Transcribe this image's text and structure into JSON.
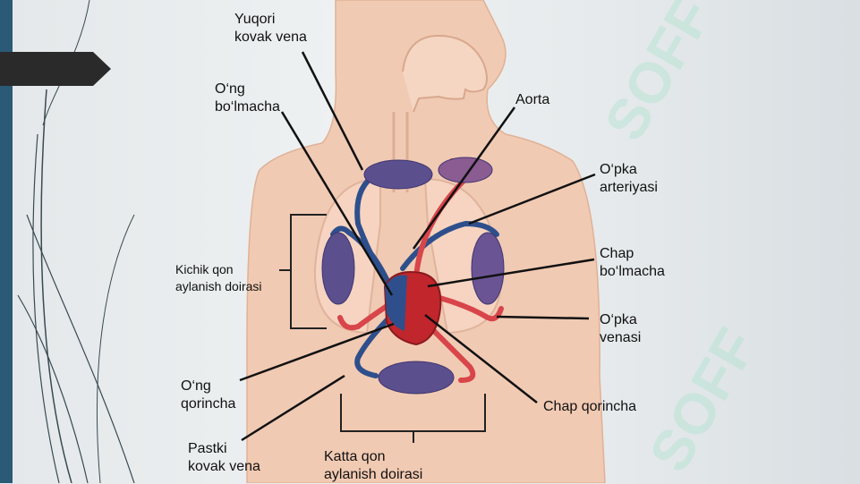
{
  "labels": {
    "sup_vena": "Yuqori\nkovak vena",
    "right_atrium": "O‘ng\nbo‘lmacha",
    "aorta": "Aorta",
    "pulm_artery": "O‘pka\narteriyasi",
    "left_atrium": "Chap\nbo‘lmacha",
    "pulm_vein": "O‘pka\nvenasi",
    "small_circ": "Kichik qon\naylanish doirasi",
    "right_ventricle": "O‘ng\nqorincha",
    "left_ventricle": "Chap qorincha",
    "inf_vena": "Pastki\nkovak vena",
    "large_circ": "Katta qon\naylanish doirasi"
  },
  "watermark": "SOFF",
  "colors": {
    "body": "#f0c9b2",
    "body_outline": "#d9ab92",
    "vein": "#2e4f8c",
    "artery": "#d8454a",
    "heart": "#c0262c",
    "capillary": "#5c4f8e",
    "strip": "#2b5a76"
  }
}
